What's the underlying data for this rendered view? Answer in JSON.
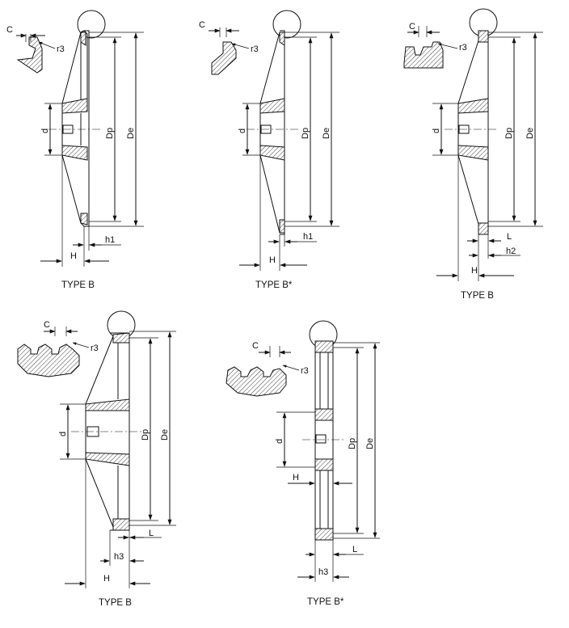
{
  "figures": [
    {
      "caption": "TYPE B",
      "labels": {
        "C": "C",
        "r": "r3",
        "d": "d",
        "Dp": "Dp",
        "De": "De",
        "h1": "h1",
        "H": "H"
      }
    },
    {
      "caption": "TYPE B*",
      "labels": {
        "C": "C",
        "r": "r3",
        "d": "d",
        "Dp": "Dp",
        "De": "De",
        "h1": "h1",
        "H": "H"
      }
    },
    {
      "caption": "TYPE B",
      "labels": {
        "C": "C",
        "r": "r3",
        "d": "d",
        "Dp": "Dp",
        "De": "De",
        "L": "L",
        "h2": "h2",
        "H": "H"
      }
    },
    {
      "caption": "TYPE B",
      "labels": {
        "C": "C",
        "r": "r3",
        "d": "d",
        "Dp": "Dp",
        "De": "De",
        "L": "L",
        "h3": "h3",
        "H": "H"
      }
    },
    {
      "caption": "TYPE B*",
      "labels": {
        "C": "C",
        "r": "r3",
        "d": "d",
        "Dp": "Dp",
        "De": "De",
        "H": "H",
        "L": "L",
        "h3": "h3"
      }
    }
  ]
}
